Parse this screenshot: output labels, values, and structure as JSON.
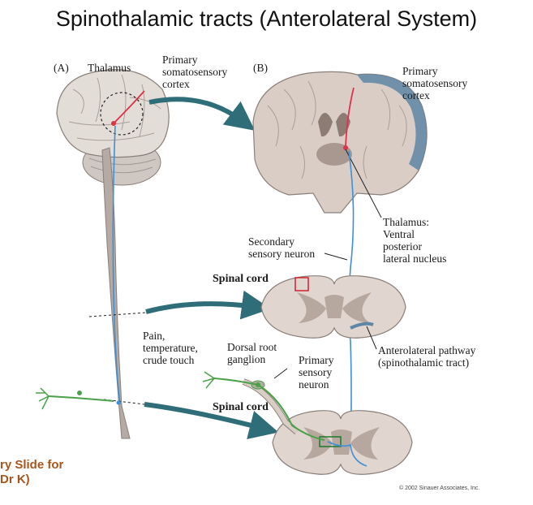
{
  "title": "Spinothalamic tracts (Anterolateral System)",
  "panel_a": "(A)",
  "panel_b": "(B)",
  "labels": {
    "thalamus": "Thalamus",
    "primary_cortex_a": [
      "Primary",
      "somatosensory",
      "cortex"
    ],
    "primary_cortex_b": [
      "Primary",
      "somatosensory",
      "cortex"
    ],
    "thalamus_vpl": [
      "Thalamus:",
      "Ventral",
      "posterior",
      "lateral nucleus"
    ],
    "secondary_neuron": [
      "Secondary",
      "sensory neuron"
    ],
    "spinal_cord_1": "Spinal cord",
    "spinal_cord_2": "Spinal cord",
    "pain_temp": [
      "Pain,",
      "temperature,",
      "crude touch"
    ],
    "drg": [
      "Dorsal root",
      "ganglion"
    ],
    "primary_neuron": [
      "Primary",
      "sensory",
      "neuron"
    ],
    "anterolateral": [
      "Anterolateral pathway",
      "(spinothalamic tract)"
    ]
  },
  "slide_note": [
    "ry Slide for",
    "Dr K)"
  ],
  "copyright": "© 2002 Sinauer Associates, Inc.",
  "colors": {
    "pathway_blue": "#3f8fd6",
    "cortex_blue": "#5e86a6",
    "primary_green": "#4aa14a",
    "secondary_red": "#e0304a",
    "arrow_teal": "#2f6e78",
    "tissue": "#d9cdc6",
    "gray_matter": "#8d7c74",
    "note_orange": "#a8561c"
  }
}
